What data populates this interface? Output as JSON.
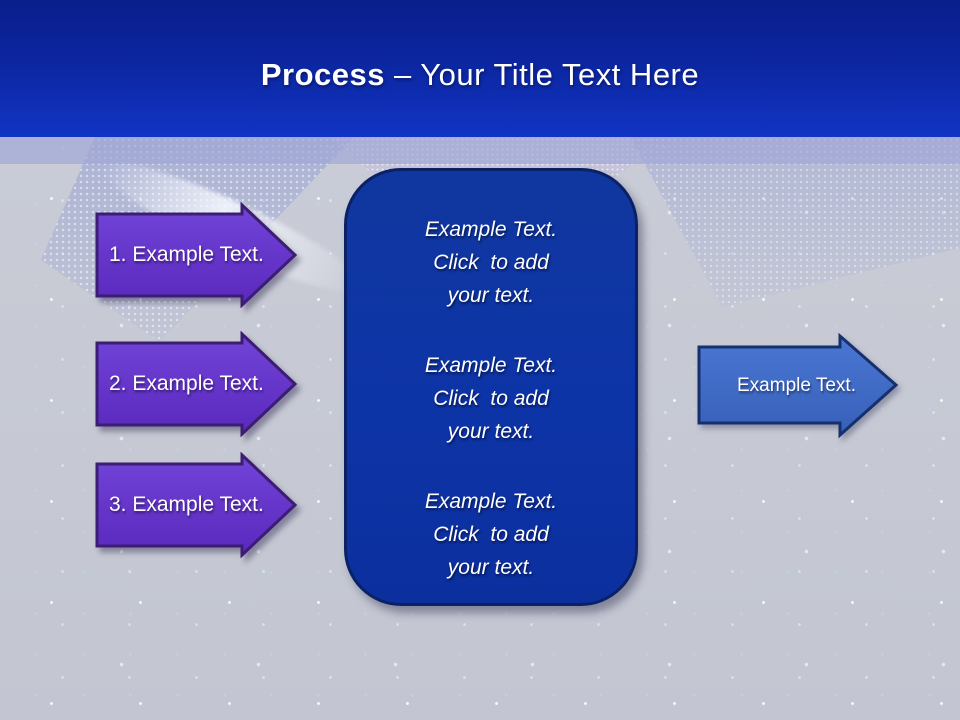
{
  "header": {
    "title_bold": "Process",
    "title_rest": "– Your Title Text Here"
  },
  "steps": [
    {
      "label": "1. Example Text."
    },
    {
      "label": "2. Example Text."
    },
    {
      "label": "3. Example Text."
    }
  ],
  "panel": {
    "blocks": [
      {
        "lines": [
          "Example Text.",
          "Click  to add",
          "your text."
        ]
      },
      {
        "lines": [
          "Example Text.",
          "Click  to add",
          "your text."
        ]
      },
      {
        "lines": [
          "Example Text.",
          "Click  to add",
          "your text."
        ]
      }
    ]
  },
  "output_arrow": {
    "label": "Example Text."
  },
  "colors": {
    "header_gradient_top": "#0a1e8c",
    "header_gradient_bottom": "#1134c4",
    "band_lavender": "#9fa7d6",
    "background_gray": "#c7cad4",
    "step_arrow_fill": "#6233cb",
    "step_arrow_border": "#3b1d74",
    "panel_fill": "#0d34a7",
    "panel_border": "#0a2166",
    "output_arrow_fill": "#3f6ac6",
    "output_arrow_border": "#16306e",
    "text": "#ffffff"
  }
}
